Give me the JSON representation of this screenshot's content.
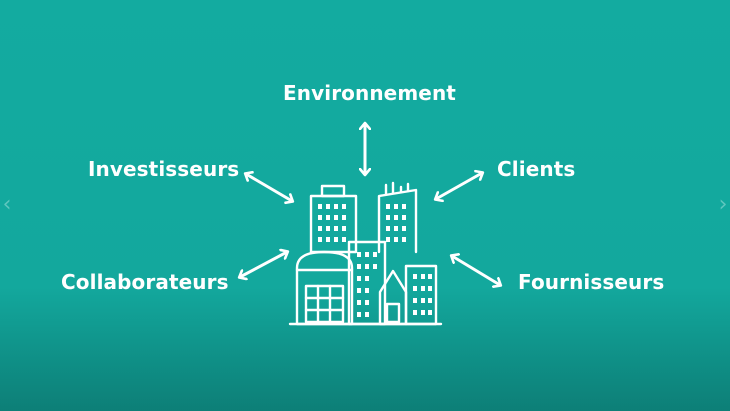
{
  "stakeholders": {
    "environnement": "Environnement",
    "investisseurs": "Investisseurs",
    "clients": "Clients",
    "collaborateurs": "Collaborateurs",
    "fournisseurs": "Fournisseurs"
  },
  "icons": {
    "center": "city-buildings-icon",
    "arrows": "double-arrow-icon",
    "nav_prev": "chevron-left-icon",
    "nav_next": "chevron-right-icon"
  },
  "colors": {
    "background": "#13aba0",
    "foreground": "#ffffff"
  }
}
